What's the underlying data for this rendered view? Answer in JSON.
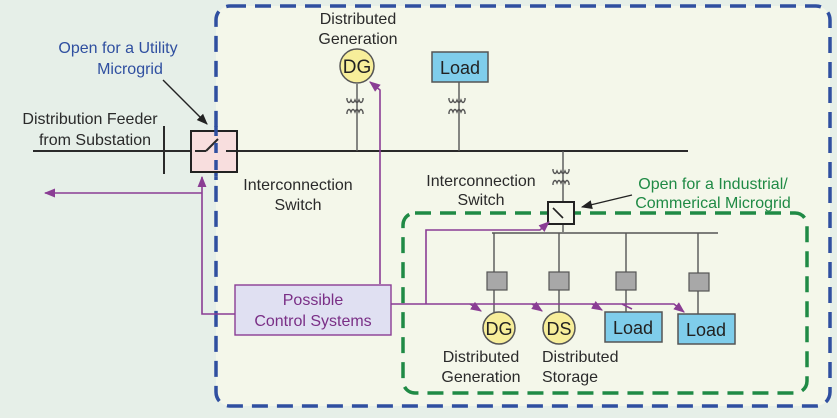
{
  "colors": {
    "background": "#e6efe8",
    "utility_region_fill": "#f4f7ea",
    "utility_boundary": "#2f4fa0",
    "industrial_boundary": "#1f8a45",
    "control_line": "#8a3d94",
    "dg_fill": "#f7ee9a",
    "load_fill": "#7fcdeb",
    "breaker_fill": "#a8a8a8",
    "switch_fill": "#f8dede",
    "control_box_fill": "#e0e0f2"
  },
  "labels": {
    "utility_note_line1": "Open for a Utility",
    "utility_note_line2": "Microgrid",
    "feeder_line1": "Distribution Feeder",
    "feeder_line2": "from Substation",
    "main_switch_line1": "Interconnection",
    "main_switch_line2": "Switch",
    "top_dg_line1": "Distributed",
    "top_dg_line2": "Generation",
    "inner_switch_line1": "Interconnection",
    "inner_switch_line2": "Switch",
    "industrial_note_line1": "Open for a Industrial/",
    "industrial_note_line2": "Commerical Microgrid",
    "control_line1": "Possible",
    "control_line2": "Control Systems",
    "bottom_dg_line1": "Distributed",
    "bottom_dg_line2": "Generation",
    "bottom_ds_line1": "Distributed",
    "bottom_ds_line2": "Storage"
  },
  "nodes": {
    "top_dg": "DG",
    "top_load": "Load",
    "bottom_dg": "DG",
    "bottom_ds": "DS",
    "bottom_load1": "Load",
    "bottom_load2": "Load"
  }
}
